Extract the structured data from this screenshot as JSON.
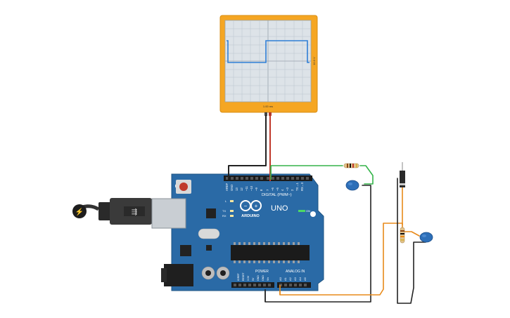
{
  "oscilloscope": {
    "time_per_div": "1.00 ms",
    "volts_per_div": "10.0 V",
    "trace_color": "#2f7fd6",
    "frame_color": "#f5a623"
  },
  "arduino": {
    "logo_text": "ARDUINO",
    "model": "UNO",
    "digital_header": "DIGITAL (PWM~)",
    "power_header": "POWER",
    "analog_header": "ANALOG IN",
    "on_label": "ON",
    "led_labels": [
      "L",
      "TX",
      "RX"
    ],
    "digital_pins": [
      "AREF",
      "GND",
      "13",
      "12",
      "~11",
      "~10",
      "~9",
      "8",
      "7",
      "~6",
      "~5",
      "4",
      "~3",
      "2",
      "TX→1",
      "RX←0"
    ],
    "power_pins": [
      "IOREF",
      "RESET",
      "3.3V",
      "5V",
      "GND",
      "GND",
      "Vin"
    ],
    "analog_pins": [
      "A0",
      "A1",
      "A2",
      "A3",
      "A4",
      "A5"
    ],
    "board_color": "#2a6aa6"
  },
  "wire_colors": {
    "black": "#222222",
    "red": "#c0392b",
    "green": "#35b44a",
    "orange": "#e88a1a"
  }
}
